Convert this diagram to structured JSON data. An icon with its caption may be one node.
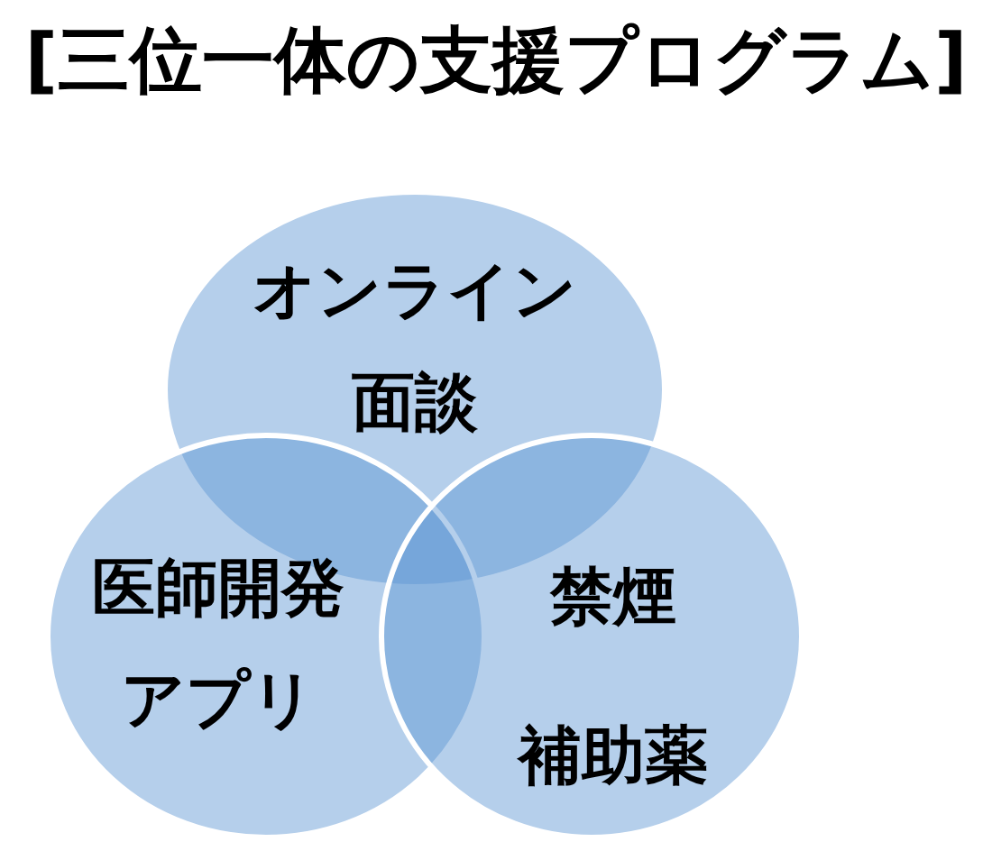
{
  "diagram": {
    "title": "[三位一体の支援プログラム]",
    "nodes": [
      {
        "text": [
          "オンライン面談"
        ]
      },
      {
        "text": [
          "医師開発アプリ"
        ]
      },
      {
        "text": [
          "禁煙補助薬"
        ]
      }
    ]
  }
}
